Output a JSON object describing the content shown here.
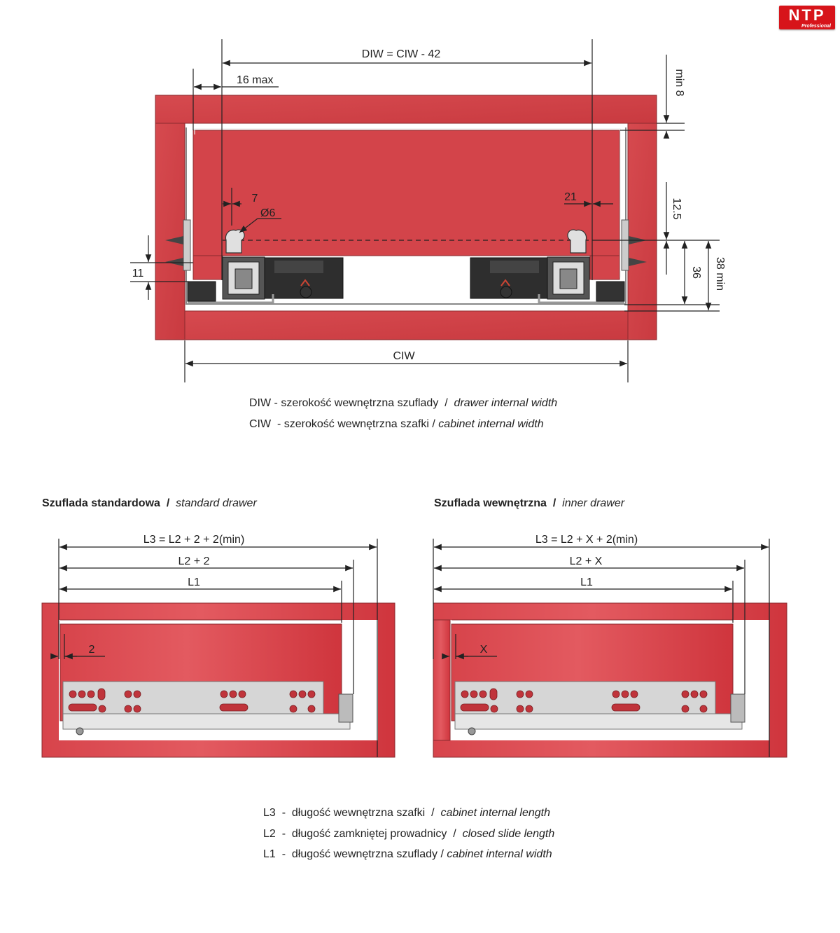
{
  "logo": {
    "main": "NTP",
    "sub": "Professional"
  },
  "top": {
    "dims": {
      "diw": "DIW = CIW - 42",
      "max16": "16 max",
      "min8": "min 8",
      "d7": "7",
      "d6": "Ø6",
      "d21": "21",
      "d12_5": "12.5",
      "d11": "11",
      "d36": "36",
      "d38": "38 min",
      "ciw": "CIW"
    },
    "legend": [
      {
        "code": "DIW",
        "pl": " - szerokość wewnętrzna szuflady  /  ",
        "en": "drawer internal width"
      },
      {
        "code": "CIW",
        "pl": "  - szerokość wewnętrzna szafki / ",
        "en": "cabinet internal width"
      }
    ]
  },
  "left": {
    "title_pl": "Szuflada standardowa",
    "title_sep": "  /  ",
    "title_en": "standard drawer",
    "dims": {
      "l3": "L3 = L2 + 2 + 2(min)",
      "l2": "L2 + 2",
      "l1": "L1",
      "gap": "2"
    }
  },
  "right": {
    "title_pl": "Szuflada wewnętrzna",
    "title_sep": "  /  ",
    "title_en": "inner drawer",
    "dims": {
      "l3": "L3 = L2 + X + 2(min)",
      "l2": "L2 + X",
      "l1": "L1",
      "gap": "X"
    }
  },
  "bottom_legend": [
    {
      "code": "L3",
      "pl": "  -  długość wewnętrzna szafki  /  ",
      "en": "cabinet internal length"
    },
    {
      "code": "L2",
      "pl": "  -  długość zamkniętej prowadnicy  /  ",
      "en": "closed slide length"
    },
    {
      "code": "L1",
      "pl": "  -  długość wewnętrzna szuflady / ",
      "en": "cabinet internal width"
    }
  ],
  "colors": {
    "red": "#d24348",
    "red_dark": "#b8303a",
    "slide": "#cfcfcf",
    "metal": "#2b2b2b"
  }
}
